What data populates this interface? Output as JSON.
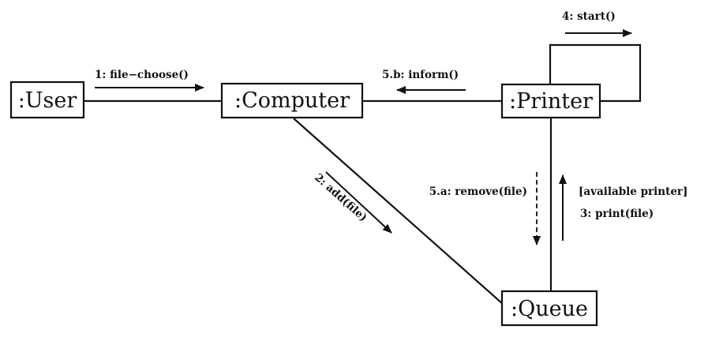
{
  "objects": {
    "user": ":User",
    "computer": ":Computer",
    "printer": ":Printer",
    "queue": ":Queue"
  },
  "messages": {
    "file_choose": "1:  file−choose()",
    "add_file": "2:  add(file)",
    "print_guard": "[available printer]",
    "print_file": "3:  print(file)",
    "start": "4:  start()",
    "remove_file": "5.a:  remove(file)",
    "inform": "5.b:  inform()"
  },
  "colors": {
    "stroke": "#111111",
    "background": "#ffffff"
  }
}
